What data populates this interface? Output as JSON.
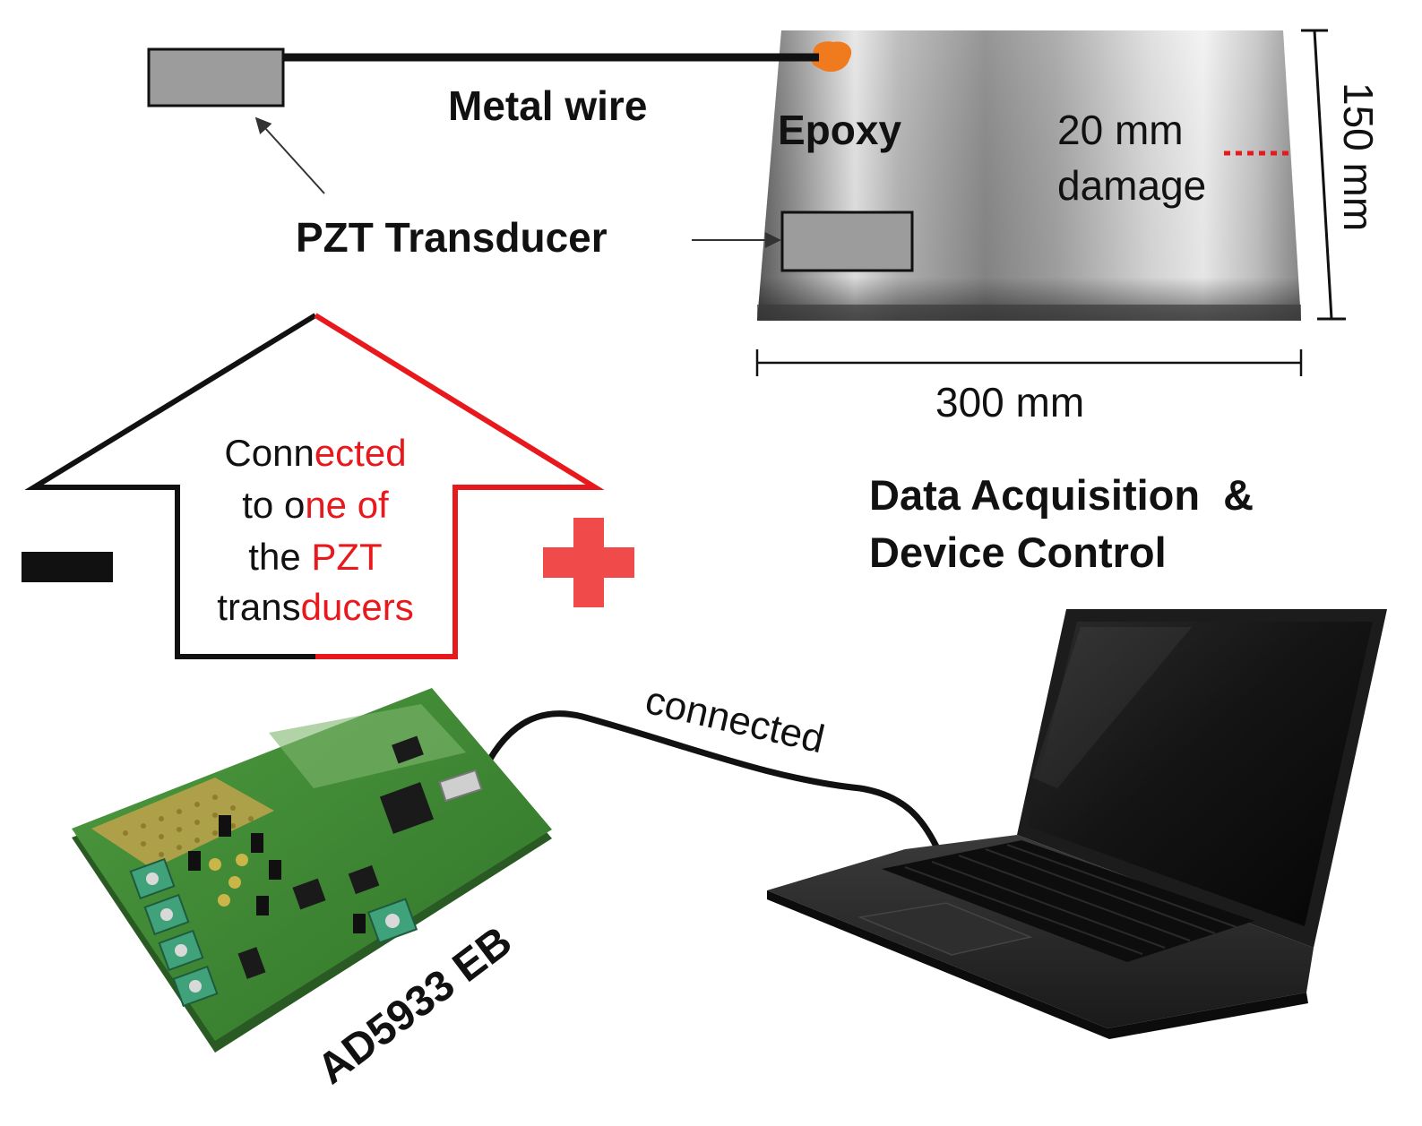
{
  "labels": {
    "metal_wire": "Metal wire",
    "epoxy": "Epoxy",
    "pzt_transducer": "PZT Transducer",
    "damage_line1": "20 mm",
    "damage_line2": "damage",
    "height_dim": "150 mm",
    "width_dim": "300 mm",
    "daq_line1": "Data Acquisition  &",
    "daq_line2": "Device Control",
    "cable_label": "connected",
    "board_label": "AD5933 EB"
  },
  "arrow_text": {
    "line1": [
      {
        "t": "Conn",
        "c": "#111111"
      },
      {
        "t": "ected",
        "c": "#e8191c"
      }
    ],
    "line2": [
      {
        "t": "to o",
        "c": "#111111"
      },
      {
        "t": "ne of",
        "c": "#e8191c"
      }
    ],
    "line3": [
      {
        "t": "the ",
        "c": "#111111"
      },
      {
        "t": "PZT",
        "c": "#e8191c"
      }
    ],
    "line4": [
      {
        "t": "trans",
        "c": "#111111"
      },
      {
        "t": "ducers",
        "c": "#e8191c"
      }
    ]
  },
  "polarity": {
    "negative": "minus-sign",
    "positive": "plus-sign"
  },
  "colors": {
    "negative": "#111111",
    "positive": "#e8191c",
    "plus_symbol": "#f04a4a",
    "epoxy": "#f07a1e",
    "damage": "#e8191c",
    "pcb": "#3d8a33"
  }
}
